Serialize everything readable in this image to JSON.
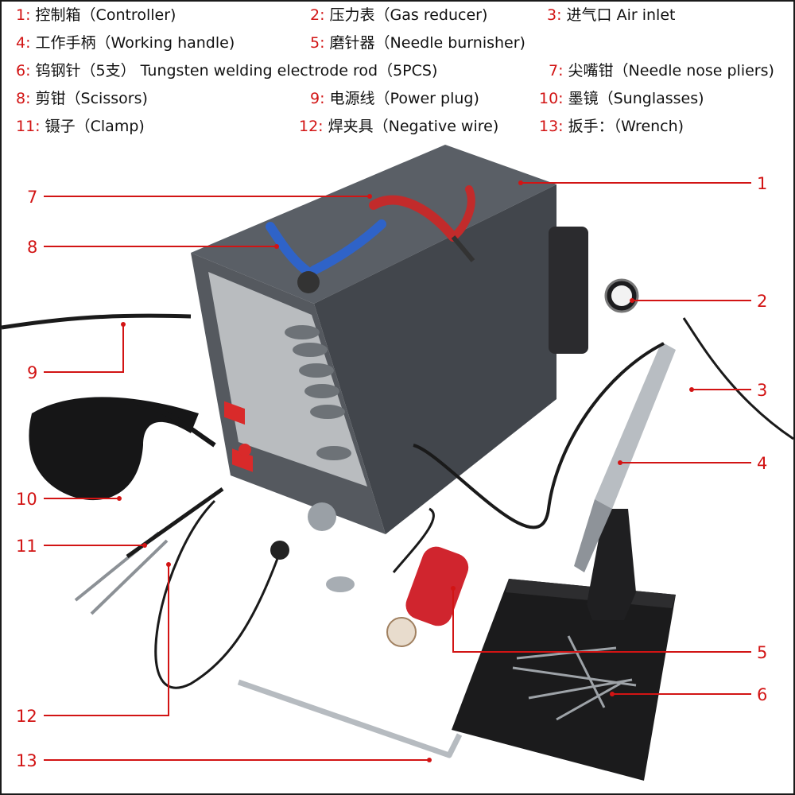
{
  "legend": [
    {
      "num": "1:",
      "label": "控制箱（Controller)"
    },
    {
      "num": "2:",
      "label": "压力表（Gas reducer)"
    },
    {
      "num": "3:",
      "label": "进气口 Air inlet"
    },
    {
      "num": "4:",
      "label": "工作手柄（Working handle)"
    },
    {
      "num": "5:",
      "label": "磨针器（Needle burnisher)"
    },
    {
      "num": "6:",
      "label": "钨钢针（5支） Tungsten welding electrode rod（5PCS)"
    },
    {
      "num": "7:",
      "label": "尖嘴钳（Needle nose pliers)"
    },
    {
      "num": "8:",
      "label": "剪钳（Scissors)"
    },
    {
      "num": "9:",
      "label": "电源线（Power plug)"
    },
    {
      "num": "10:",
      "label": "墨镜（Sunglasses)"
    },
    {
      "num": "11:",
      "label": "镊子（Clamp)"
    },
    {
      "num": "12:",
      "label": "焊夹具（Negative wire)"
    },
    {
      "num": "13:",
      "label": "扳手：（Wrench)"
    }
  ],
  "callouts": [
    "1",
    "2",
    "3",
    "4",
    "5",
    "6",
    "7",
    "8",
    "9",
    "10",
    "11",
    "12",
    "13"
  ],
  "colors": {
    "accent": "#d21414",
    "cabinet": "#4a4f55",
    "panel": "#b9bcbf"
  }
}
